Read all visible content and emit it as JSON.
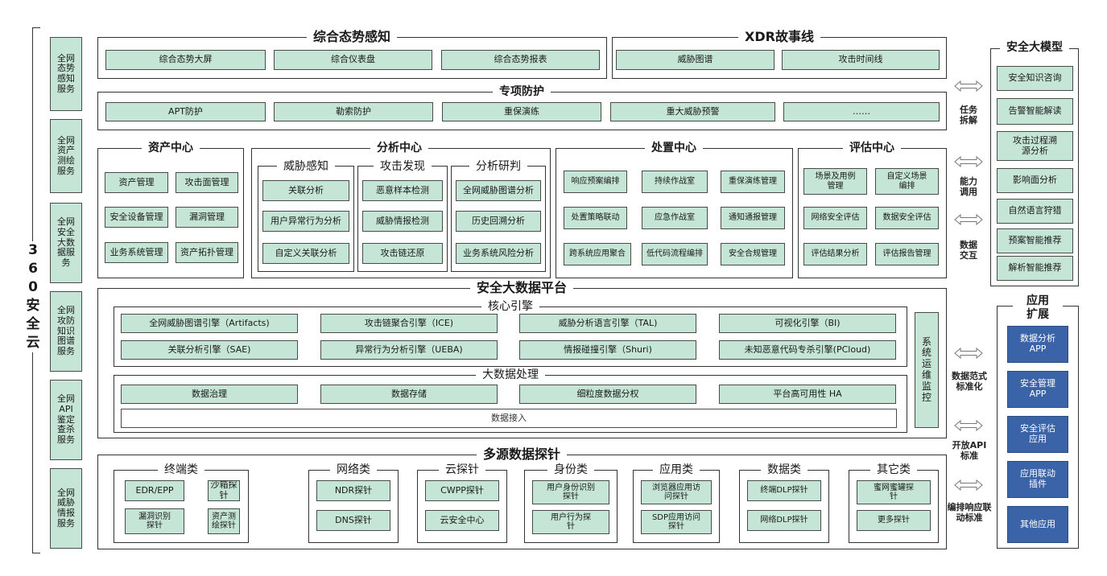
{
  "left_title": "360安全云",
  "left_services": [
    "全网态势感知服务",
    "全网资产测绘服务",
    "全网安全大数据服务",
    "全网攻防知识图谱服务",
    "全网API鉴定查杀服务",
    "全网威胁情报服务"
  ],
  "zonghe": {
    "title": "综合态势感知",
    "items": [
      "综合态势大屏",
      "综合仪表盘",
      "综合态势报表"
    ]
  },
  "xdr": {
    "title": "XDR故事线",
    "items": [
      "威胁图谱",
      "攻击时间线"
    ]
  },
  "zhuanxiang": {
    "title": "专项防护",
    "items": [
      "APT防护",
      "勒索防护",
      "重保演练",
      "重大威胁预警",
      "……"
    ]
  },
  "asset": {
    "title": "资产中心",
    "items": [
      "资产管理",
      "攻击面管理",
      "安全设备管理",
      "漏洞管理",
      "业务系统管理",
      "资产拓扑管理"
    ]
  },
  "analysis": {
    "title": "分析中心",
    "groups": [
      {
        "title": "威胁感知",
        "items": [
          "关联分析",
          "用户异常行为分析",
          "自定义关联分析"
        ]
      },
      {
        "title": "攻击发现",
        "items": [
          "恶意样本检测",
          "威胁情报检测",
          "攻击链还原"
        ]
      },
      {
        "title": "分析研判",
        "items": [
          "全网威胁图谱分析",
          "历史回溯分析",
          "业务系统风险分析"
        ]
      }
    ]
  },
  "disposal": {
    "title": "处置中心",
    "items": [
      "响应预案编排",
      "持续作战室",
      "重保演练管理",
      "处置策略联动",
      "应急作战室",
      "通知通报管理",
      "跨系统应用聚合",
      "低代码流程编排",
      "安全合规管理"
    ]
  },
  "eval": {
    "title": "评估中心",
    "items": [
      "场景及用例管理",
      "自定义场景编排",
      "网络安全评估",
      "数据安全评估",
      "评估结果分析",
      "评估报告管理"
    ]
  },
  "platform": {
    "title": "安全大数据平台",
    "core_title": "核心引擎",
    "core_items": [
      "全网威胁图谱引擎（Artifacts)",
      "攻击链聚合引擎（ICE)",
      "威胁分析语言引擎（TAL)",
      "可视化引擎（BI)",
      "关联分析引擎（SAE)",
      "异常行为分析引擎（UEBA)",
      "情报碰撞引擎（Shuri)",
      "未知恶意代码专杀引擎(PCloud)"
    ],
    "bigdata_title": "大数据处理",
    "bigdata_items": [
      "数据治理",
      "数据存储",
      "细粒度数据分权",
      "平台高可用性 HA"
    ],
    "ingest": "数据接入",
    "ops": "系统运维监控"
  },
  "probe": {
    "title": "多源数据探针",
    "groups": [
      {
        "title": "终端类",
        "items": [
          "EDR/EPP",
          "沙箱探针",
          "漏洞识别探针",
          "资产测绘探针"
        ]
      },
      {
        "title": "网络类",
        "items": [
          "NDR探针",
          "DNS探针"
        ]
      },
      {
        "title": "云探针",
        "items": [
          "CWPP探针",
          "云安全中心"
        ]
      },
      {
        "title": "身份类",
        "items": [
          "用户身份识别探针",
          "用户行为探针"
        ]
      },
      {
        "title": "应用类",
        "items": [
          "浏览器应用访问探针",
          "SDP应用访问探针"
        ]
      },
      {
        "title": "数据类",
        "items": [
          "终端DLP探针",
          "网络DLP探针"
        ]
      },
      {
        "title": "其它类",
        "items": [
          "蜜网蜜罐探针",
          "更多探针"
        ]
      }
    ]
  },
  "model": {
    "title": "安全大模型",
    "items": [
      "安全知识咨询",
      "告警智能解读",
      "攻击过程溯源分析",
      "影响面分析",
      "自然语言狩猎",
      "预案智能推荐",
      "解析智能推荐"
    ]
  },
  "app": {
    "title": "应用扩展",
    "items": [
      "数据分析APP",
      "安全管理APP",
      "安全评估应用",
      "应用联动插件",
      "其他应用"
    ]
  },
  "right_labels": [
    "任务拆解",
    "能力调用",
    "数据交互"
  ],
  "bottom_labels": [
    "数据范式标准化",
    "开放API标准",
    "编排响应联动标准"
  ],
  "colors": {
    "box": "#c5e5d6",
    "border": "#333333",
    "app": "#3b63a7"
  }
}
